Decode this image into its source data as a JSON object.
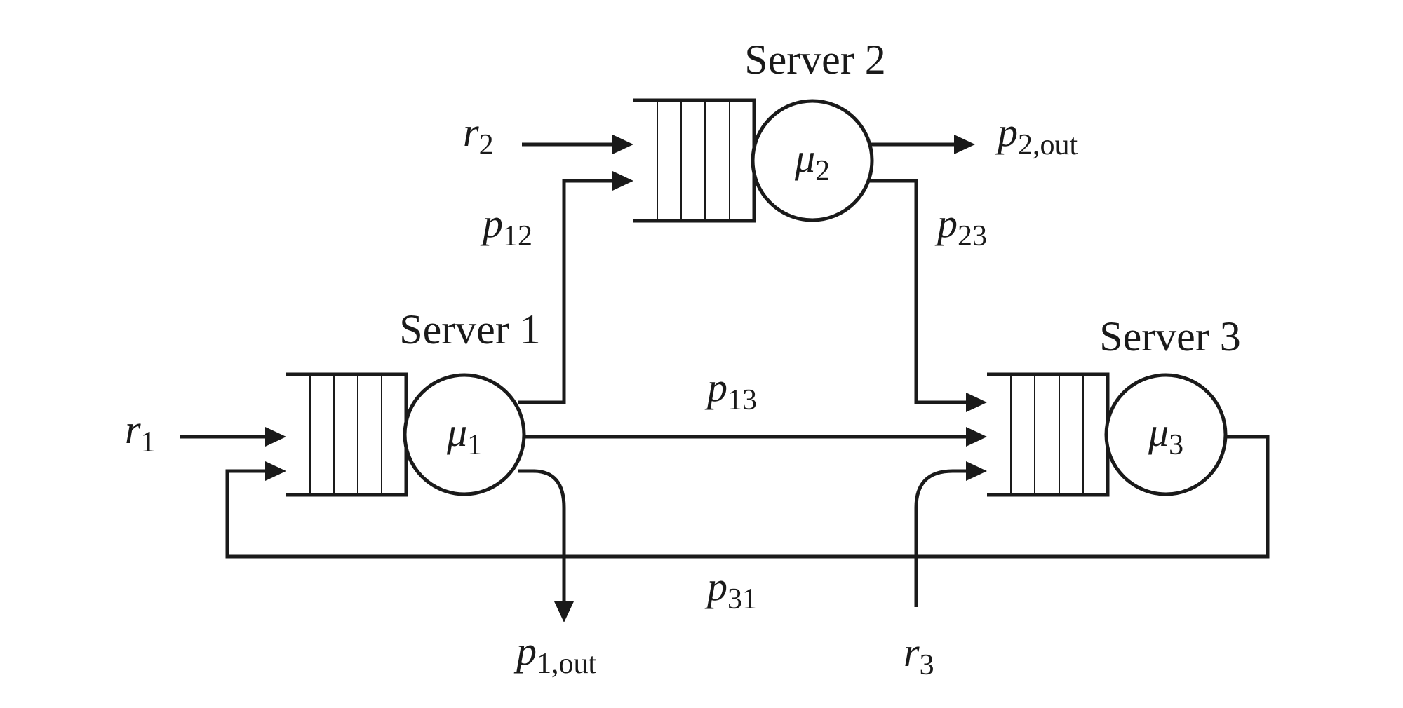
{
  "servers": [
    {
      "label": "Server 1",
      "rate_var": "μ",
      "rate_sub": "1"
    },
    {
      "label": "Server 2",
      "rate_var": "μ",
      "rate_sub": "2"
    },
    {
      "label": "Server 3",
      "rate_var": "μ",
      "rate_sub": "3"
    }
  ],
  "arrivals": [
    {
      "var": "r",
      "sub": "1"
    },
    {
      "var": "r",
      "sub": "2"
    },
    {
      "var": "r",
      "sub": "3"
    }
  ],
  "routing": [
    {
      "var": "p",
      "sub": "12"
    },
    {
      "var": "p",
      "sub": "23"
    },
    {
      "var": "p",
      "sub": "13"
    },
    {
      "var": "p",
      "sub": "31"
    },
    {
      "var": "p",
      "sub": "1,out"
    },
    {
      "var": "p",
      "sub": "2,out"
    }
  ]
}
